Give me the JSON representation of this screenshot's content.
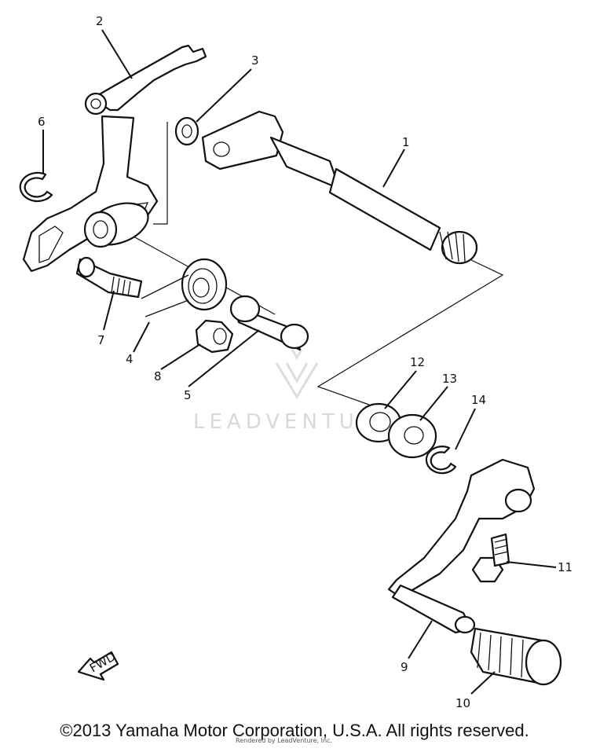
{
  "diagram": {
    "watermark": "LEADVENTURE",
    "fwd_label": "FWD",
    "callouts": [
      "1",
      "2",
      "3",
      "4",
      "5",
      "6",
      "7",
      "8",
      "9",
      "10",
      "11",
      "12",
      "13",
      "14"
    ]
  },
  "footer": {
    "copyright": "©2013 Yamaha Motor Corporation, U.S.A. All rights reserved.",
    "rendered_by": "Rendered by LeadVenture, Inc."
  }
}
